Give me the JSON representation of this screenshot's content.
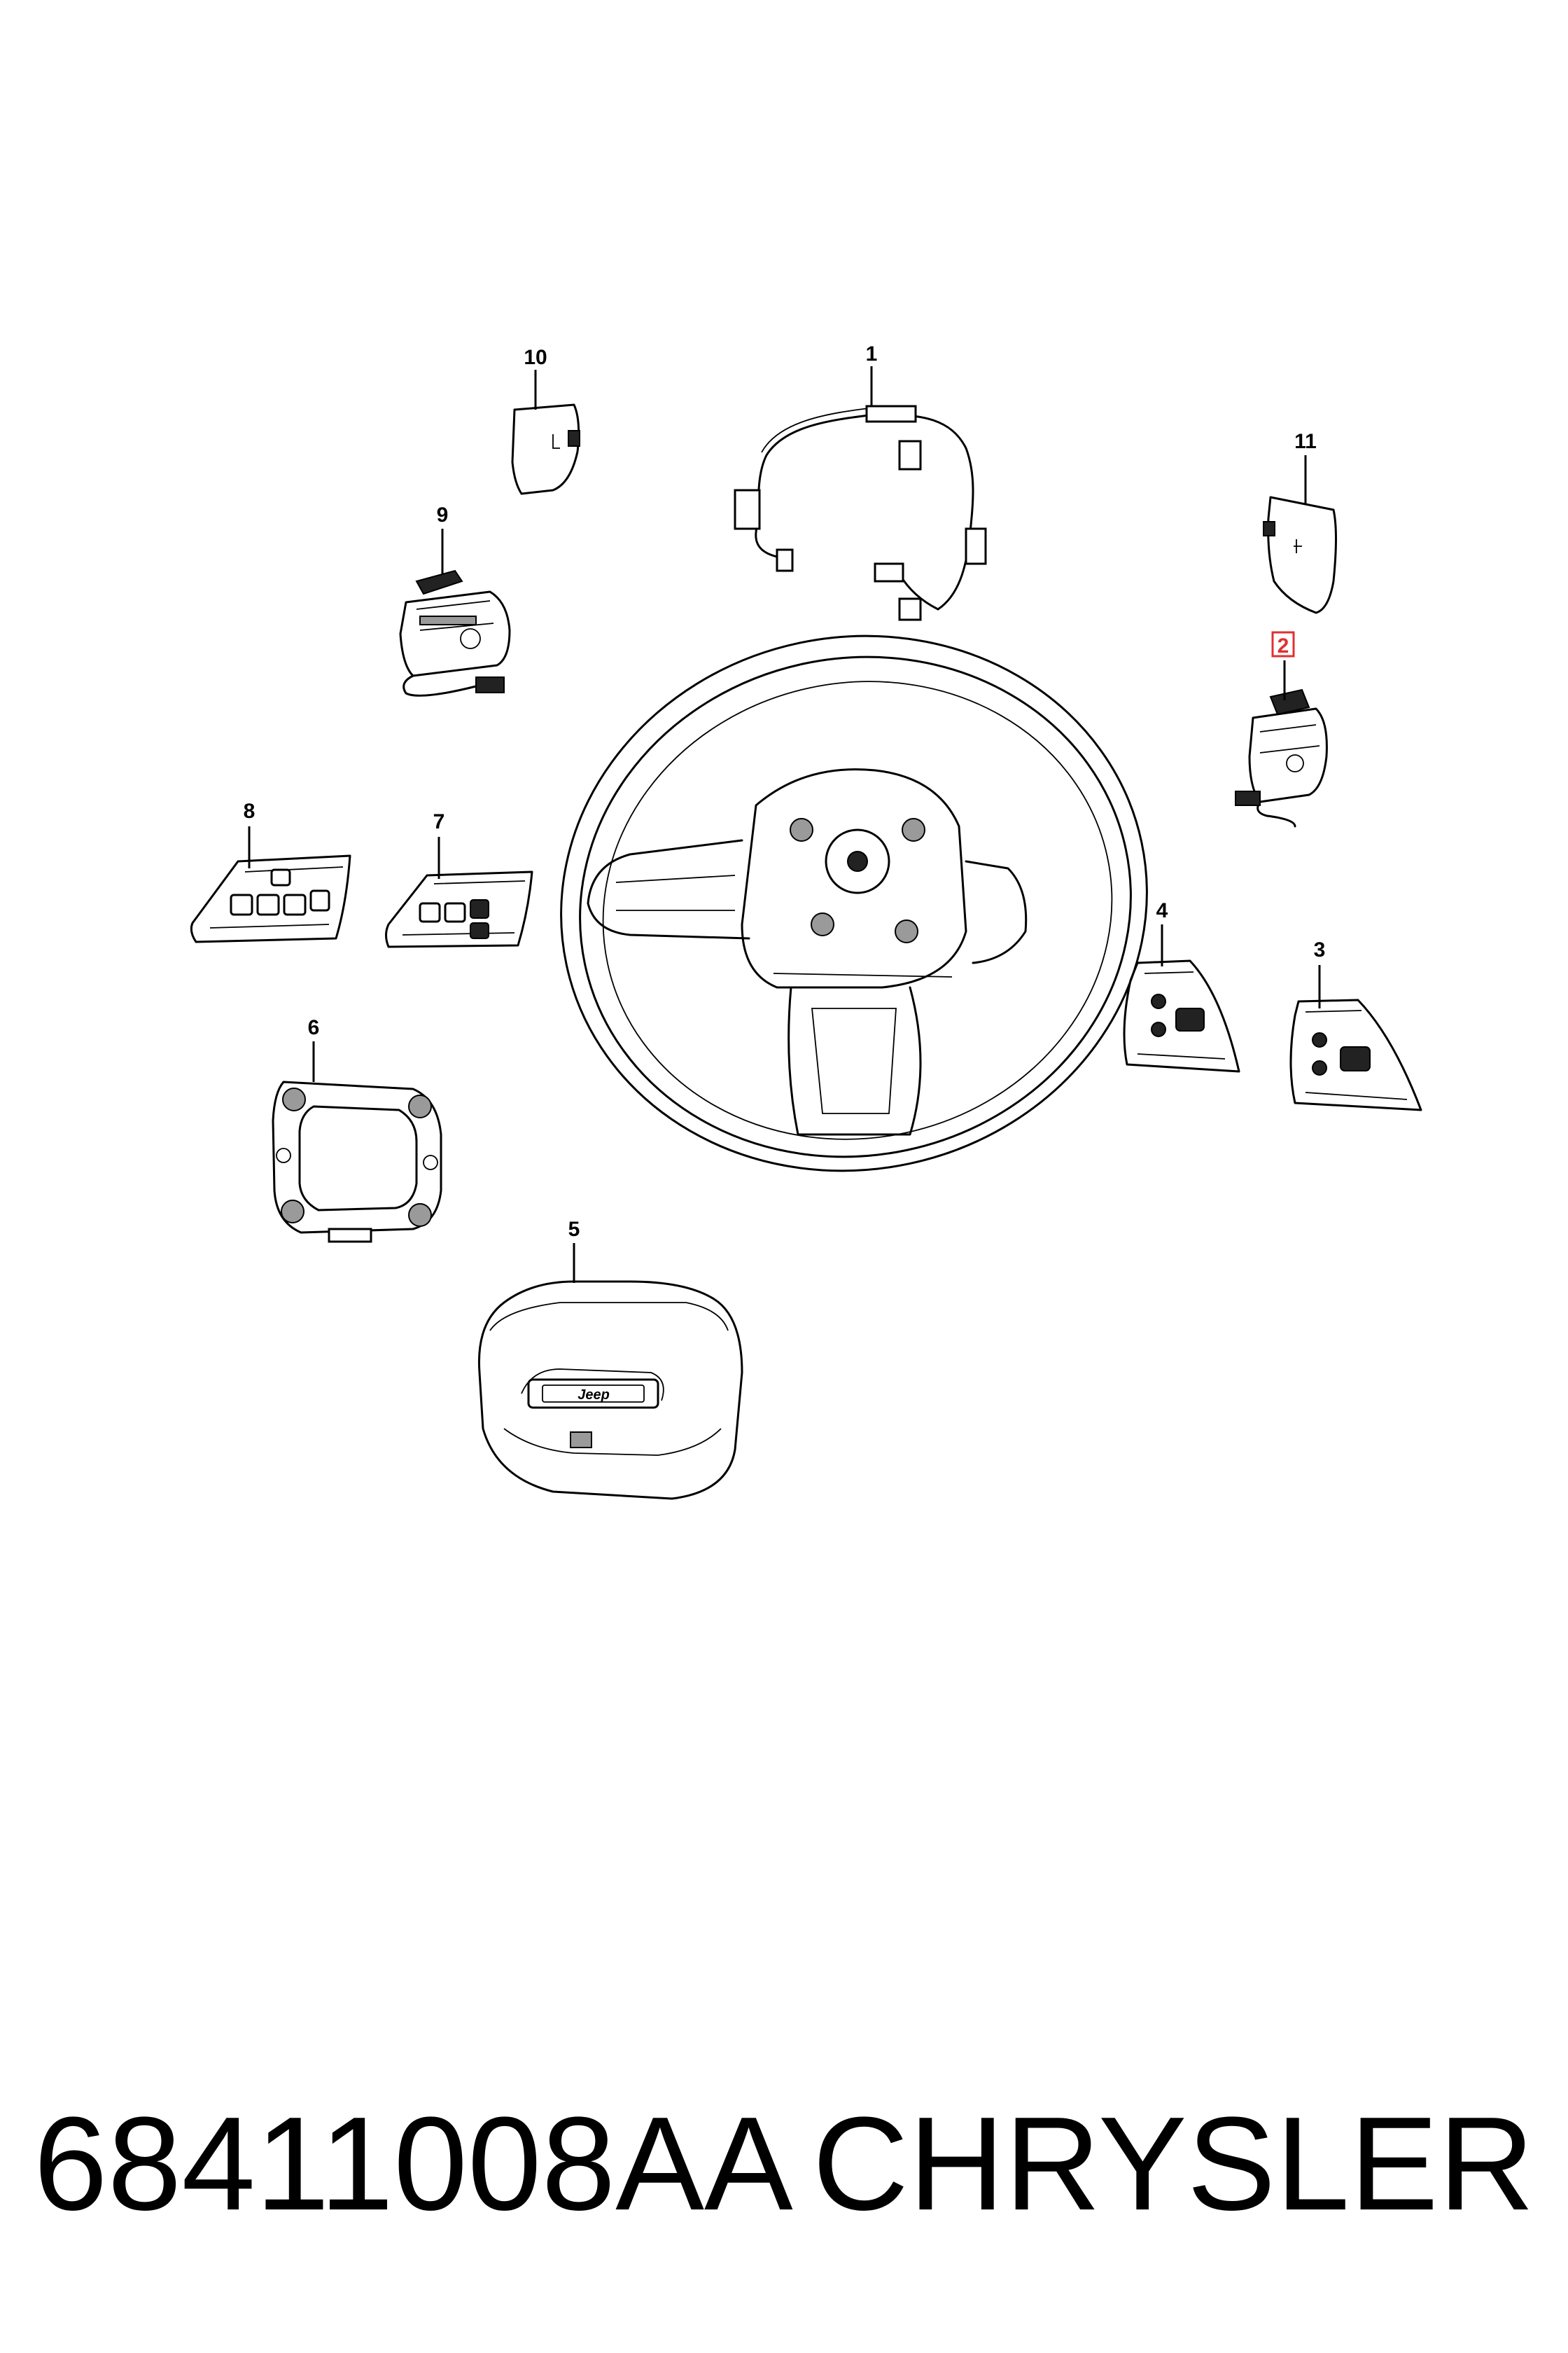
{
  "callouts": [
    {
      "id": "1",
      "label": "1"
    },
    {
      "id": "2",
      "label": "2",
      "highlighted": true
    },
    {
      "id": "3",
      "label": "3"
    },
    {
      "id": "4",
      "label": "4"
    },
    {
      "id": "5",
      "label": "5"
    },
    {
      "id": "6",
      "label": "6"
    },
    {
      "id": "7",
      "label": "7"
    },
    {
      "id": "8",
      "label": "8"
    },
    {
      "id": "9",
      "label": "9"
    },
    {
      "id": "10",
      "label": "10"
    },
    {
      "id": "11",
      "label": "11"
    }
  ],
  "airbag_badge": "Jeep",
  "footer": {
    "part_number": "68411008AA",
    "brand": "CHRYSLER"
  },
  "colors": {
    "line": "#000000",
    "highlight": "#e03030",
    "background": "#ffffff"
  }
}
